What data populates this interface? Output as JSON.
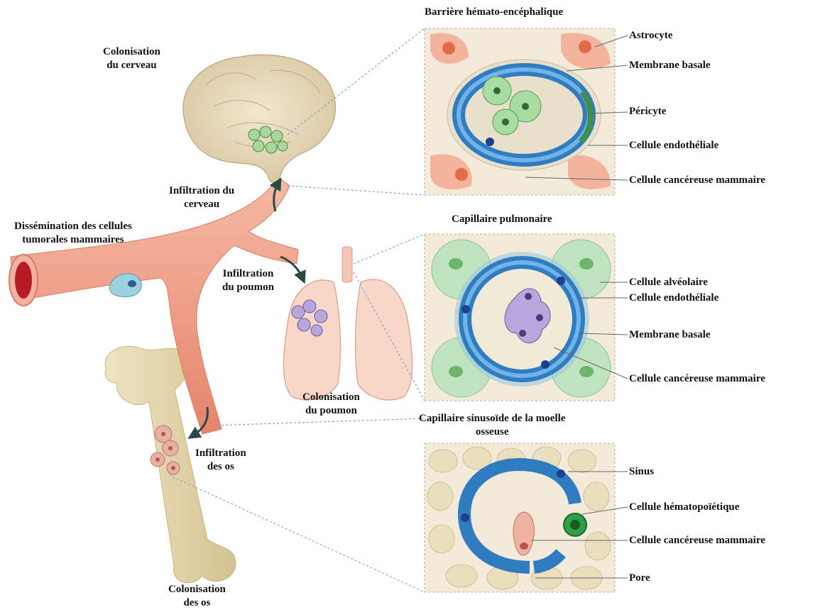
{
  "labels": {
    "colonisation_cerveau": [
      "Colonisation",
      "du cerveau"
    ],
    "infiltration_cerveau": [
      "Infiltration du",
      "cerveau"
    ],
    "dissemination": [
      "Dissémination des cellules",
      "tumorales mammaires"
    ],
    "infiltration_poumon": [
      "Infiltration",
      "du poumon"
    ],
    "colonisation_poumon": [
      "Colonisation",
      "du poumon"
    ],
    "infiltration_os": [
      "Infiltration",
      "des os"
    ],
    "colonisation_os": [
      "Colonisation",
      "des os"
    ]
  },
  "panels": {
    "bbb": {
      "title": "Barrière hémato-encéphalique",
      "labels": [
        "Astrocyte",
        "Membrane basale",
        "Péricyte",
        "Cellule endothéliale",
        "Cellule cancéreuse mammaire"
      ]
    },
    "lung": {
      "title": "Capillaire pulmonaire",
      "labels": [
        "Cellule alvéolaire",
        "Cellule endothéliale",
        "Membrane basale",
        "Cellule cancéreuse mammaire"
      ]
    },
    "bone": {
      "title": [
        "Capillaire sinusoïde  de la moelle",
        "osseuse"
      ],
      "labels": [
        "Sinus",
        "Cellule hématopoïétique",
        "Cellule cancéreuse mammaire",
        "Pore"
      ]
    }
  },
  "colors": {
    "vessel": "#f0a58e",
    "vessel_dark": "#e07d66",
    "brain": "#e8dcc0",
    "lung": "#f7d2c4",
    "bone": "#e8dbb3",
    "panel_bg": "#f4ead9",
    "endothelium": "#3d8ed4",
    "nucleus": "#1f3f8f",
    "tumor_green": "#a8dca0",
    "tumor_purple": "#b9a6dd",
    "astrocyte": "#f4b49c",
    "alveolar": "#bfe4bf",
    "hematopoietic": "#2e9e48"
  }
}
